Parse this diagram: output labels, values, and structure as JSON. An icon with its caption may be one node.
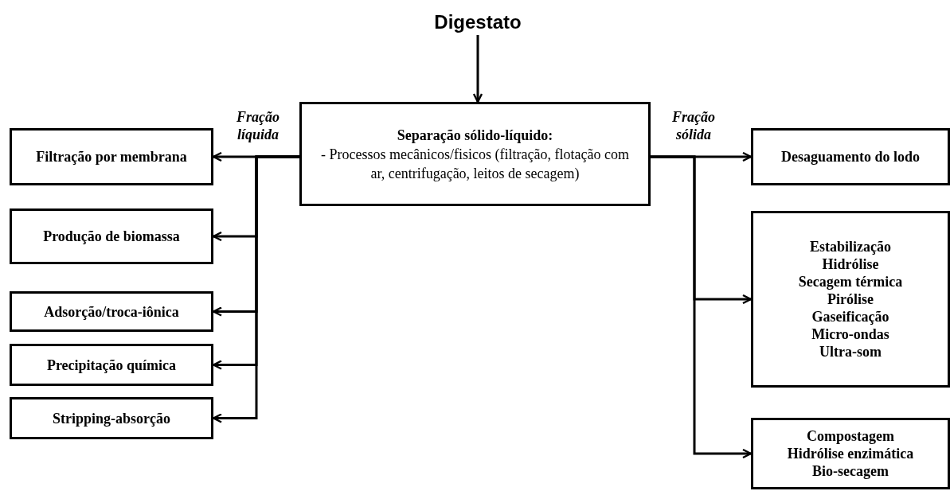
{
  "diagram": {
    "nodes": [
      {
        "text": [
          "Digestato"
        ]
      },
      {
        "text": [
          "Separação sólido-líquido:",
          "- Processos mecânicos/fisicos (filtração, flotação com ar, centrifugação, leitos de secagem)"
        ]
      },
      {
        "text": [
          "Filtração por membrana"
        ]
      },
      {
        "text": [
          "Produção de biomassa"
        ]
      },
      {
        "text": [
          "Adsorção/troca-iônica"
        ]
      },
      {
        "text": [
          "Precipitação química"
        ]
      },
      {
        "text": [
          "Stripping-absorção"
        ]
      },
      {
        "text": [
          "Desaguamento do lodo"
        ]
      },
      {
        "text": [
          "Estabilização",
          "Hidrólise",
          "Secagem térmica",
          "Pirólise",
          "Gaseificação",
          "Micro-ondas",
          "Ultra-som"
        ]
      },
      {
        "text": [
          "Compostagem",
          "Hidrólise enzimática",
          "Bio-secagem"
        ]
      }
    ],
    "edges": [
      {
        "from": 0,
        "to": 1,
        "arrow": "to"
      },
      {
        "from": 1,
        "to": 2,
        "arrow": "to",
        "label": "Fração líquida"
      },
      {
        "from": 1,
        "to": 3,
        "arrow": "to"
      },
      {
        "from": 1,
        "to": 4,
        "arrow": "to"
      },
      {
        "from": 1,
        "to": 5,
        "arrow": "to"
      },
      {
        "from": 1,
        "to": 6,
        "arrow": "to"
      },
      {
        "from": 1,
        "to": 7,
        "arrow": "to",
        "label": "Fração sólida"
      },
      {
        "from": 1,
        "to": 8,
        "arrow": "to"
      },
      {
        "from": 1,
        "to": 9,
        "arrow": "to"
      }
    ]
  }
}
